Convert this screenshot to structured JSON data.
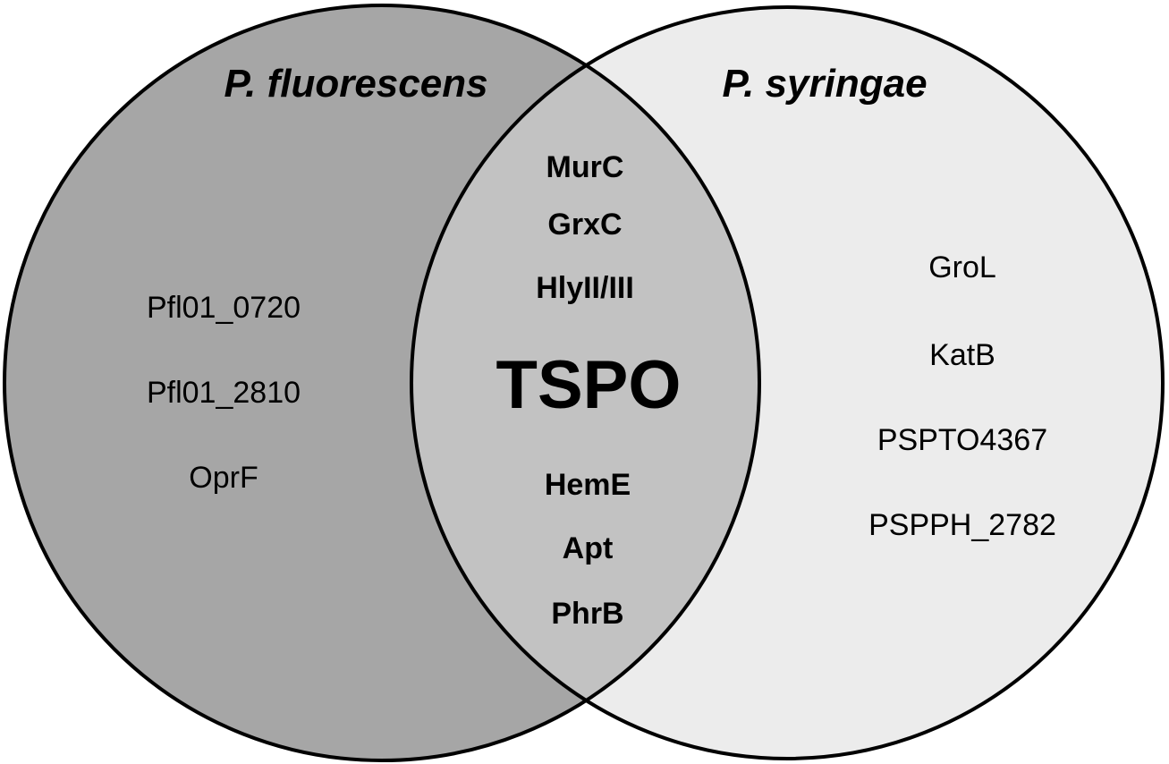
{
  "colors": {
    "left_fill": "#a6a6a6",
    "right_fill": "#ececec",
    "overlap_fill": "#c2c2c2",
    "outline": "#000000"
  },
  "sets": {
    "left": {
      "title": "P. fluorescens",
      "items": [
        "Pfl01_0720",
        "Pfl01_2810",
        "OprF"
      ]
    },
    "right": {
      "title": "P. syringae",
      "items": [
        "GroL",
        "KatB",
        "PSPTO4367",
        "PSPPH_2782"
      ]
    },
    "overlap": {
      "items_top": [
        "MurC",
        "GrxC",
        "HlyII/III"
      ],
      "center": "TSPO",
      "items_bottom": [
        "HemE",
        "Apt",
        "PhrB"
      ]
    }
  }
}
